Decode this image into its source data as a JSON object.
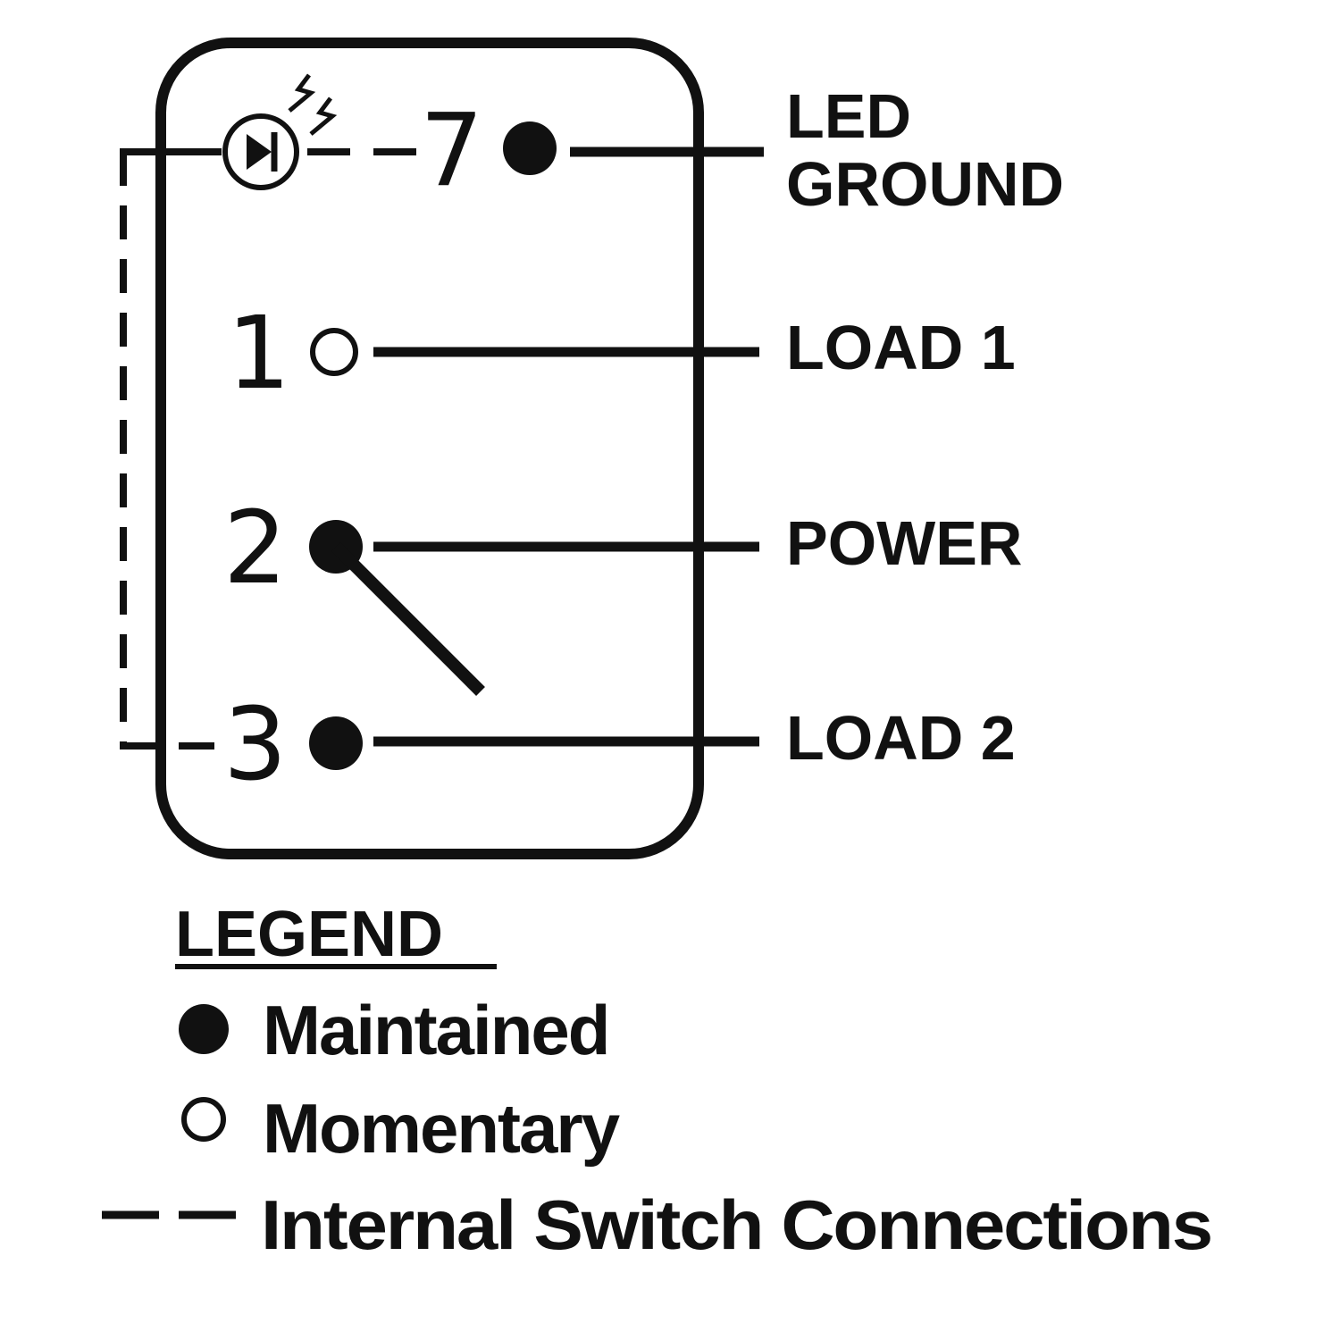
{
  "diagram": {
    "pins": [
      {
        "number": "7",
        "type": "maintained",
        "label_lines": [
          "LED",
          "GROUND"
        ]
      },
      {
        "number": "1",
        "type": "momentary",
        "label_lines": [
          "LOAD 1"
        ]
      },
      {
        "number": "2",
        "type": "maintained",
        "label_lines": [
          "POWER"
        ]
      },
      {
        "number": "3",
        "type": "maintained",
        "label_lines": [
          "LOAD 2"
        ]
      }
    ],
    "led_icon": "led-diode-icon"
  },
  "legend": {
    "title": "LEGEND",
    "items": [
      {
        "symbol": "filled-dot-icon",
        "label": "Maintained"
      },
      {
        "symbol": "hollow-dot-icon",
        "label": "Momentary"
      },
      {
        "symbol": "dashed-line-icon",
        "label": "Internal Switch Connections"
      }
    ]
  }
}
